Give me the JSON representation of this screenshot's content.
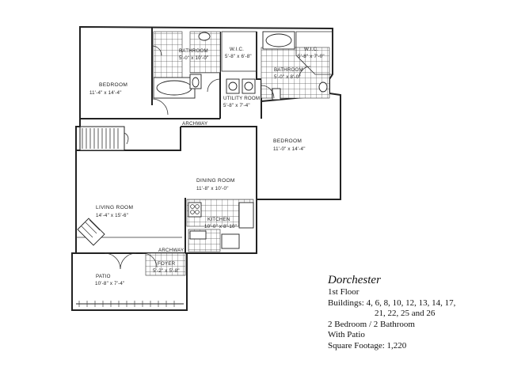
{
  "rooms": {
    "bedroom1": {
      "name": "BEDROOM",
      "size": "11'-4\" x 14'-4\""
    },
    "bath1": {
      "name": "BATHROOM",
      "size": "5'-0\" x 10'-0\""
    },
    "wic1": {
      "name": "W.I.C.",
      "size": "5'-8\" x 6'-8\""
    },
    "wic2": {
      "name": "W.I.C.",
      "size": "5'-8\" x 7'-0\""
    },
    "bath2": {
      "name": "BATHROOM",
      "size": "5'-0\" x 8'-0\""
    },
    "utility": {
      "name": "UTILITY ROOM",
      "size": "5'-8\" x 7'-4\""
    },
    "bedroom2": {
      "name": "BEDROOM",
      "size": "11'-0\" x 14'-4\""
    },
    "dining": {
      "name": "DINING ROOM",
      "size": "11'-8\" x 10'-0\""
    },
    "living": {
      "name": "LIVING ROOM",
      "size": "14'-4\" x 15'-6\""
    },
    "kitchen": {
      "name": "KITCHEN",
      "size": "10'-0\" x 8'-10\""
    },
    "patio": {
      "name": "PATIO",
      "size": "10'-8\" x 7'-4\""
    },
    "foyer": {
      "name": "FOYER",
      "size": "5'-2\" x 5'-8\""
    }
  },
  "archways": {
    "upper": "ARCHWAY",
    "lower": "ARCHWAY"
  },
  "legend": {
    "title": "Dorchester",
    "floor": "1st Floor",
    "buildings_1": "Buildings: 4, 6, 8, 10, 12, 13, 14, 17,",
    "buildings_2": "21, 22, 25 and 26",
    "bed_bath": "2 Bedroom / 2 Bathroom",
    "patio": "With Patio",
    "sqft": "Square Footage: 1,220"
  }
}
